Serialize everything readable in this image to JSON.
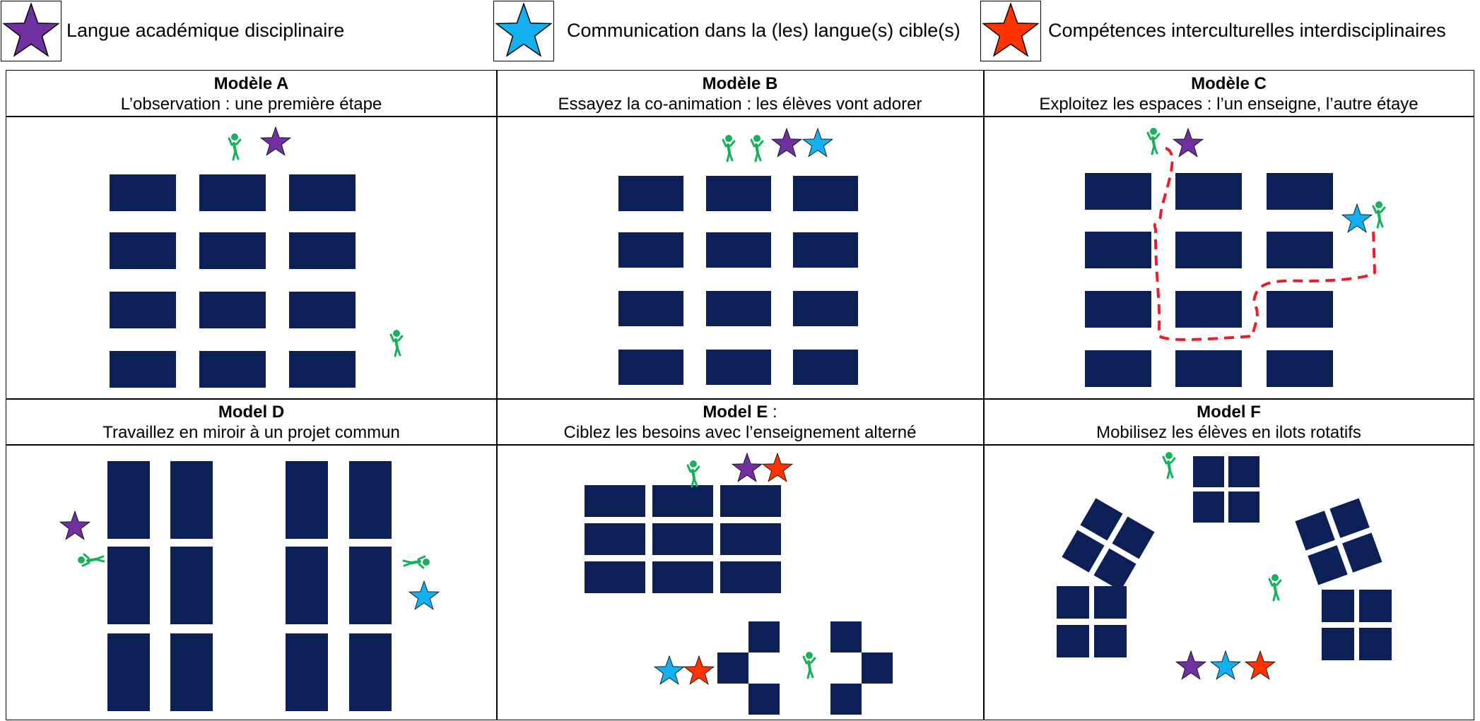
{
  "legend": [
    {
      "icon": "purple-star-icon",
      "color": "#7030a0",
      "label": "Langue académique disciplinaire"
    },
    {
      "icon": "blue-star-icon",
      "color": "#13b0ef",
      "label": "Communication dans la (les) langue(s) cible(s)"
    },
    {
      "icon": "red-star-icon",
      "color": "#ff3300",
      "label": "Compétences interculturelles interdisciplinaires"
    }
  ],
  "colors": {
    "desk": "#0c1f57",
    "person": "#16b25a",
    "path": "#ee1c24"
  },
  "models": [
    {
      "title": "Modèle A",
      "subtitle": "L’observation : une première étape"
    },
    {
      "title": "Modèle B",
      "subtitle": "Essayez la co-animation : les élèves vont adorer"
    },
    {
      "title": "Modèle C",
      "subtitle": "Exploitez les espaces : l’un enseigne, l’autre étaye"
    },
    {
      "title": "Model D",
      "subtitle": "Travaillez en miroir à un projet commun"
    },
    {
      "title": "Model E",
      "title_suffix": " :",
      "subtitle": "Ciblez les besoins avec l’enseignement alterné"
    },
    {
      "title": "Model F",
      "subtitle": "Mobilisez les élèves en ilots rotatifs"
    }
  ]
}
